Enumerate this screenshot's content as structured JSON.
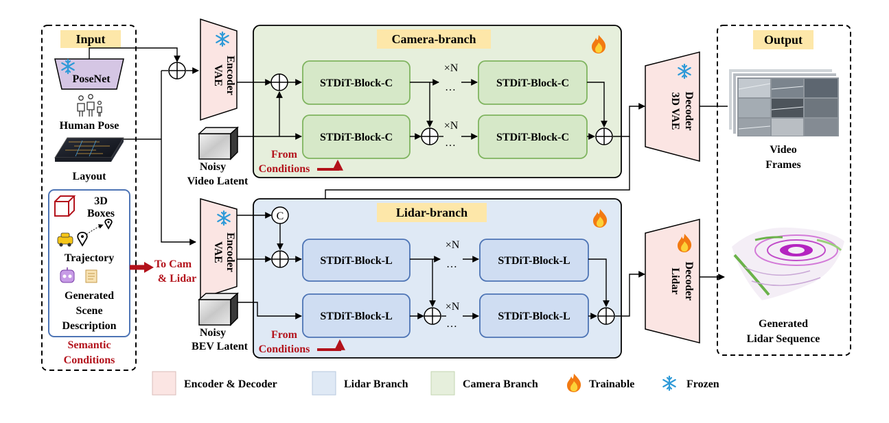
{
  "input": {
    "title": "Input",
    "posenet": "PoseNet",
    "human_pose": "Human Pose",
    "layout": "Layout",
    "boxes_line1": "3D",
    "boxes_line2": "Boxes",
    "trajectory": "Trajectory",
    "scene_line1": "Generated",
    "scene_line2": "Scene",
    "scene_line3": "Description",
    "semantic_line1": "Semantic",
    "semantic_line2": "Conditions"
  },
  "to_cam_line1": "To Cam",
  "to_cam_line2": "& Lidar",
  "camera_encoder": {
    "line1": "VAE",
    "line2": "Encoder"
  },
  "lidar_encoder": {
    "line1": "VAE",
    "line2": "Encoder"
  },
  "noisy_video_line1": "Noisy",
  "noisy_video_line2": "Video Latent",
  "noisy_bev_line1": "Noisy",
  "noisy_bev_line2": "BEV Latent",
  "camera_branch": {
    "title": "Camera-branch",
    "block_top_left": "STDiT-Block-C",
    "block_top_right": "STDiT-Block-C",
    "block_bottom_left": "STDiT-Block-C",
    "block_bottom_right": "STDiT-Block-C",
    "repeat_top": "×N",
    "repeat_bottom": "×N",
    "ellipsis": "…",
    "from_line1": "From",
    "from_line2": "Conditions"
  },
  "lidar_branch": {
    "title": "Lidar-branch",
    "concat": "C",
    "block_top_left": "STDiT-Block-L",
    "block_top_right": "STDiT-Block-L",
    "block_bottom_left": "STDiT-Block-L",
    "block_bottom_right": "STDiT-Block-L",
    "repeat_top": "×N",
    "repeat_bottom": "×N",
    "ellipsis": "…",
    "from_line1": "From",
    "from_line2": "Conditions"
  },
  "camera_decoder": {
    "line1": "3D VAE",
    "line2": "Decoder"
  },
  "lidar_decoder": {
    "line1": "Lidar",
    "line2": "Decoder"
  },
  "output": {
    "title": "Output",
    "video_line1": "Video",
    "video_line2": "Frames",
    "lidar_line1": "Generated",
    "lidar_line2": "Lidar Sequence"
  },
  "legend": {
    "encoder_decoder": "Encoder & Decoder",
    "lidar_branch": "Lidar Branch",
    "camera_branch": "Camera Branch",
    "trainable": "Trainable",
    "frozen": "Frozen"
  },
  "colors": {
    "encoder_fill": "#fbe5e3",
    "lidar_fill": "#dfe9f5",
    "camera_fill": "#e6efdc",
    "camera_block": "#d6e8c8",
    "camera_block_border": "#7fb45f",
    "lidar_block": "#cfddf2",
    "lidar_block_border": "#4d74b5",
    "title_label": "#fde7a9",
    "accent_red": "#b3121b",
    "posenet_fill": "#d5c6e4",
    "frozen_blue": "#2e9ad8",
    "fire_orange": "#f27a12"
  }
}
